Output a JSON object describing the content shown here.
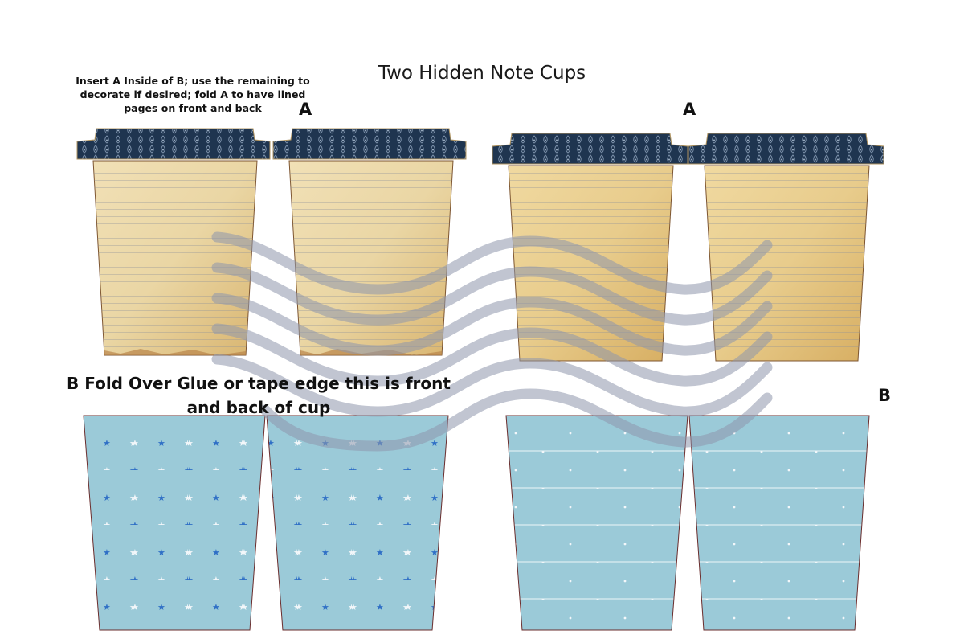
{
  "title": "Two Hidden Note Cups",
  "instructions": "Insert A Inside of B; use the remaining to decorate if desired; fold A to have lined pages on front and back",
  "label_a": "A",
  "label_b": "B",
  "fold_note": "B Fold Over Glue or tape edge this is front and back of cup",
  "colors": {
    "lid": "#1f3550",
    "paper": "#ecd7a3",
    "paper_edge": "#b78a44",
    "cup_b": "#9bcad8",
    "star_dark": "#2f6fc6",
    "star_light": "#f3f7fa",
    "wave": "#8f97ad"
  },
  "icons": [
    "wave-watermark",
    "star-pattern",
    "dot-pattern",
    "lined-paper-pattern"
  ]
}
